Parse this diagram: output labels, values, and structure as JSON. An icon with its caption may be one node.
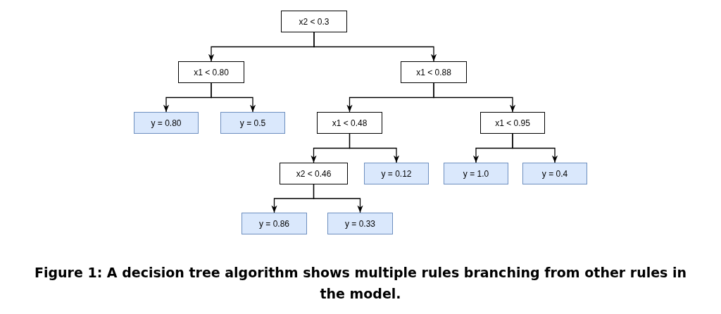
{
  "diagram": {
    "caption": "Figure 1: A decision tree algorithm shows multiple rules branching from other rules in the model.",
    "nodes": [
      {
        "text": [
          "x2 < 0.3"
        ]
      },
      {
        "text": [
          "x1 < 0.80"
        ]
      },
      {
        "text": [
          "x1 < 0.88"
        ]
      },
      {
        "text": [
          "y = 0.80"
        ]
      },
      {
        "text": [
          "y = 0.5"
        ]
      },
      {
        "text": [
          "x1 < 0.48"
        ]
      },
      {
        "text": [
          "x1 < 0.95"
        ]
      },
      {
        "text": [
          "x2 < 0.46"
        ]
      },
      {
        "text": [
          "y = 0.12"
        ]
      },
      {
        "text": [
          "y = 1.0"
        ]
      },
      {
        "text": [
          "y = 0.4"
        ]
      },
      {
        "text": [
          "y = 0.86"
        ]
      },
      {
        "text": [
          "y = 0.33"
        ]
      }
    ],
    "edges": [
      {
        "from": 0,
        "to": 1,
        "arrow": "to"
      },
      {
        "from": 0,
        "to": 2,
        "arrow": "to"
      },
      {
        "from": 1,
        "to": 3,
        "arrow": "to"
      },
      {
        "from": 1,
        "to": 4,
        "arrow": "to"
      },
      {
        "from": 2,
        "to": 5,
        "arrow": "to"
      },
      {
        "from": 2,
        "to": 6,
        "arrow": "to"
      },
      {
        "from": 5,
        "to": 7,
        "arrow": "to"
      },
      {
        "from": 5,
        "to": 8,
        "arrow": "to"
      },
      {
        "from": 6,
        "to": 9,
        "arrow": "to"
      },
      {
        "from": 6,
        "to": 10,
        "arrow": "to"
      },
      {
        "from": 7,
        "to": 11,
        "arrow": "to"
      },
      {
        "from": 7,
        "to": 12,
        "arrow": "to"
      }
    ]
  }
}
